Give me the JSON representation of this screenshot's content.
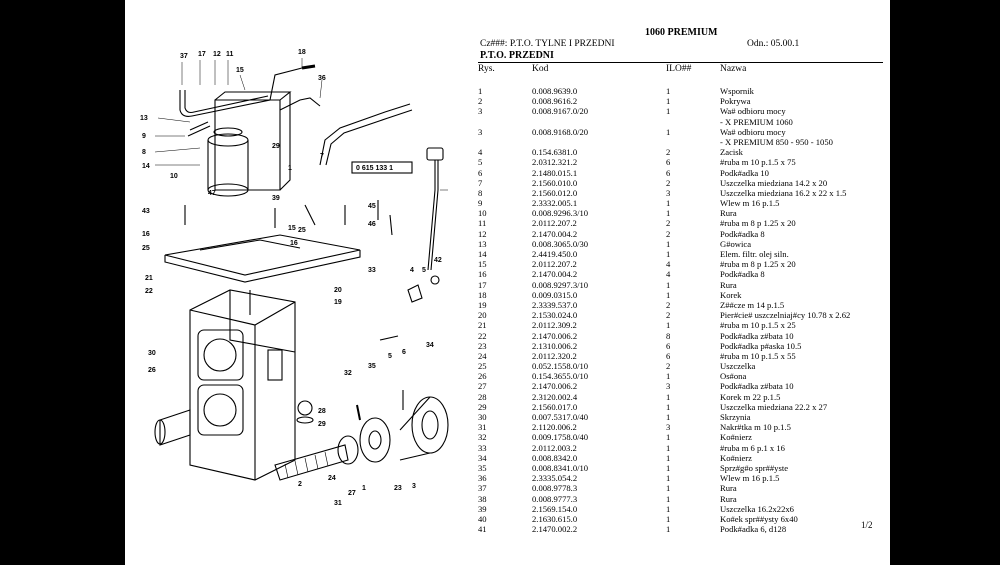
{
  "doc_title": "1060 PREMIUM",
  "header": {
    "group": "Cz###: P.T.O. TYLNE I PRZEDNI",
    "ref": "Odn.: 05.00.1",
    "section": "P.T.O. PRZEDNI"
  },
  "columns": {
    "rys": "Rys.",
    "kod": "Kod",
    "ilo": "ILO##",
    "nazwa": "Nazwa"
  },
  "diagram": {
    "ref_box": "0 615 133 1",
    "labels": [
      "37",
      "17",
      "12",
      "11",
      "15",
      "18",
      "36",
      "13",
      "9",
      "8",
      "14",
      "10",
      "29",
      "1",
      "47",
      "39",
      "7",
      "43",
      "15",
      "16",
      "16",
      "25",
      "45",
      "46",
      "25",
      "21",
      "22",
      "33",
      "4",
      "5",
      "42",
      "20",
      "19",
      "26",
      "30",
      "32",
      "35",
      "5",
      "6",
      "34",
      "28",
      "29",
      "2",
      "31",
      "1",
      "24",
      "27",
      "23",
      "3"
    ]
  },
  "rows": [
    {
      "rys": "1",
      "kod": "0.008.9639.0",
      "ilo": "1",
      "nazwa": "Wspornik"
    },
    {
      "rys": "2",
      "kod": "0.008.9616.2",
      "ilo": "1",
      "nazwa": "Pokrywa"
    },
    {
      "rys": "3",
      "kod": "0.008.9167.0/20",
      "ilo": "1",
      "nazwa": "Wa# odbioru mocy",
      "nazwa2": "- X PREMIUM 1060"
    },
    {
      "rys": "3",
      "kod": "0.008.9168.0/20",
      "ilo": "1",
      "nazwa": "Wa# odbioru mocy",
      "nazwa2": "- X PREMIUM 850 - 950 - 1050"
    },
    {
      "rys": "4",
      "kod": "0.154.6381.0",
      "ilo": "2",
      "nazwa": "Zacisk"
    },
    {
      "rys": "5",
      "kod": "2.0312.321.2",
      "ilo": "6",
      "nazwa": "#ruba m 10 p.1.5 x 75"
    },
    {
      "rys": "6",
      "kod": "2.1480.015.1",
      "ilo": "6",
      "nazwa": "Podk#adka 10"
    },
    {
      "rys": "7",
      "kod": "2.1560.010.0",
      "ilo": "2",
      "nazwa": "Uszczelka miedziana 14.2 x 20"
    },
    {
      "rys": "8",
      "kod": "2.1560.012.0",
      "ilo": "3",
      "nazwa": "Uszczelka miedziana 16.2 x 22 x 1.5"
    },
    {
      "rys": "9",
      "kod": "2.3332.005.1",
      "ilo": "1",
      "nazwa": "Wlew m 16 p.1.5"
    },
    {
      "rys": "10",
      "kod": "0.008.9296.3/10",
      "ilo": "1",
      "nazwa": "Rura"
    },
    {
      "rys": "11",
      "kod": "2.0112.207.2",
      "ilo": "2",
      "nazwa": "#ruba m 8 p 1.25 x 20"
    },
    {
      "rys": "12",
      "kod": "2.1470.004.2",
      "ilo": "2",
      "nazwa": "Podk#adka 8"
    },
    {
      "rys": "13",
      "kod": "0.008.3065.0/30",
      "ilo": "1",
      "nazwa": "G#owica"
    },
    {
      "rys": "14",
      "kod": "2.4419.450.0",
      "ilo": "1",
      "nazwa": "Elem. filtr. olej siln."
    },
    {
      "rys": "15",
      "kod": "2.0112.207.2",
      "ilo": "4",
      "nazwa": "#ruba m 8 p 1.25 x 20"
    },
    {
      "rys": "16",
      "kod": "2.1470.004.2",
      "ilo": "4",
      "nazwa": "Podk#adka 8"
    },
    {
      "rys": "17",
      "kod": "0.008.9297.3/10",
      "ilo": "1",
      "nazwa": "Rura"
    },
    {
      "rys": "18",
      "kod": "0.009.0315.0",
      "ilo": "1",
      "nazwa": "Korek"
    },
    {
      "rys": "19",
      "kod": "2.3339.537.0",
      "ilo": "2",
      "nazwa": "Z##cze m 14 p.1.5"
    },
    {
      "rys": "20",
      "kod": "2.1530.024.0",
      "ilo": "2",
      "nazwa": "Pier#cie# uszczelniaj#cy 10.78 x 2.62"
    },
    {
      "rys": "21",
      "kod": "2.0112.309.2",
      "ilo": "1",
      "nazwa": "#ruba m 10 p.1.5 x 25"
    },
    {
      "rys": "22",
      "kod": "2.1470.006.2",
      "ilo": "8",
      "nazwa": "Podk#adka z#bata 10"
    },
    {
      "rys": "23",
      "kod": "2.1310.006.2",
      "ilo": "6",
      "nazwa": "Podk#adka p#aska 10.5"
    },
    {
      "rys": "24",
      "kod": "2.0112.320.2",
      "ilo": "6",
      "nazwa": "#ruba m 10 p.1.5 x 55"
    },
    {
      "rys": "25",
      "kod": "0.052.1558.0/10",
      "ilo": "2",
      "nazwa": "Uszczelka"
    },
    {
      "rys": "26",
      "kod": "0.154.3655.0/10",
      "ilo": "1",
      "nazwa": "Os#ona"
    },
    {
      "rys": "27",
      "kod": "2.1470.006.2",
      "ilo": "3",
      "nazwa": "Podk#adka z#bata 10"
    },
    {
      "rys": "28",
      "kod": "2.3120.002.4",
      "ilo": "1",
      "nazwa": "Korek m 22 p.1.5"
    },
    {
      "rys": "29",
      "kod": "2.1560.017.0",
      "ilo": "1",
      "nazwa": "Uszczelka miedziana 22.2 x 27"
    },
    {
      "rys": "30",
      "kod": "0.007.5317.0/40",
      "ilo": "1",
      "nazwa": "Skrzynia"
    },
    {
      "rys": "31",
      "kod": "2.1120.006.2",
      "ilo": "3",
      "nazwa": "Nakr#tka m 10 p.1.5"
    },
    {
      "rys": "32",
      "kod": "0.009.1758.0/40",
      "ilo": "1",
      "nazwa": "Ko#nierz"
    },
    {
      "rys": "33",
      "kod": "2.0112.003.2",
      "ilo": "1",
      "nazwa": "#ruba m 6 p.1 x 16"
    },
    {
      "rys": "34",
      "kod": "0.008.8342.0",
      "ilo": "1",
      "nazwa": "Ko#nierz"
    },
    {
      "rys": "35",
      "kod": "0.008.8341.0/10",
      "ilo": "1",
      "nazwa": "Sprz#g#o spr##yste"
    },
    {
      "rys": "36",
      "kod": "2.3335.054.2",
      "ilo": "1",
      "nazwa": "Wlew m 16 p.1.5"
    },
    {
      "rys": "37",
      "kod": "0.008.9778.3",
      "ilo": "1",
      "nazwa": "Rura"
    },
    {
      "rys": "38",
      "kod": "0.008.9777.3",
      "ilo": "1",
      "nazwa": "Rura"
    },
    {
      "rys": "39",
      "kod": "2.1569.154.0",
      "ilo": "1",
      "nazwa": "Uszczelka 16.2x22x6"
    },
    {
      "rys": "40",
      "kod": "2.1630.615.0",
      "ilo": "1",
      "nazwa": "Ko#ek spr##ysty 6x40"
    },
    {
      "rys": "41",
      "kod": "2.1470.002.2",
      "ilo": "1",
      "nazwa": "Podk#adka 6, d128"
    }
  ],
  "page_number": "1/2"
}
